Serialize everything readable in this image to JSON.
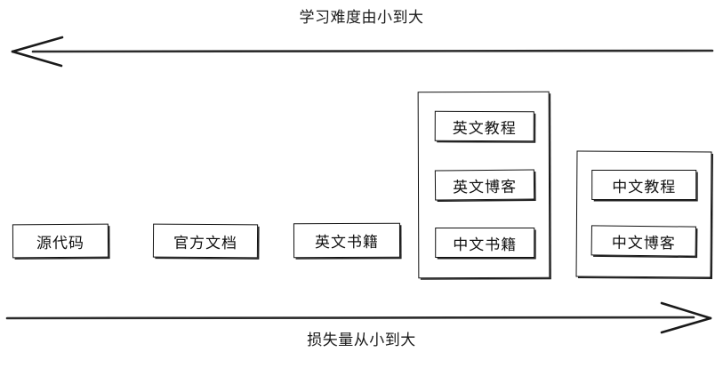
{
  "diagram": {
    "title_top": "学习难度由小到大",
    "title_bottom": "损失量从小到大",
    "stroke_color": "#111111",
    "background_color": "#ffffff",
    "top_arrow_direction": "left",
    "bottom_arrow_direction": "right",
    "standalone_nodes": [
      {
        "label": "源代码"
      },
      {
        "label": "官方文档"
      },
      {
        "label": "英文书籍"
      }
    ],
    "groups": [
      {
        "name": "group-one",
        "items": [
          {
            "label": "英文教程"
          },
          {
            "label": "英文博客"
          },
          {
            "label": "中文书籍"
          }
        ]
      },
      {
        "name": "group-two",
        "items": [
          {
            "label": "中文教程"
          },
          {
            "label": "中文博客"
          }
        ]
      }
    ]
  }
}
